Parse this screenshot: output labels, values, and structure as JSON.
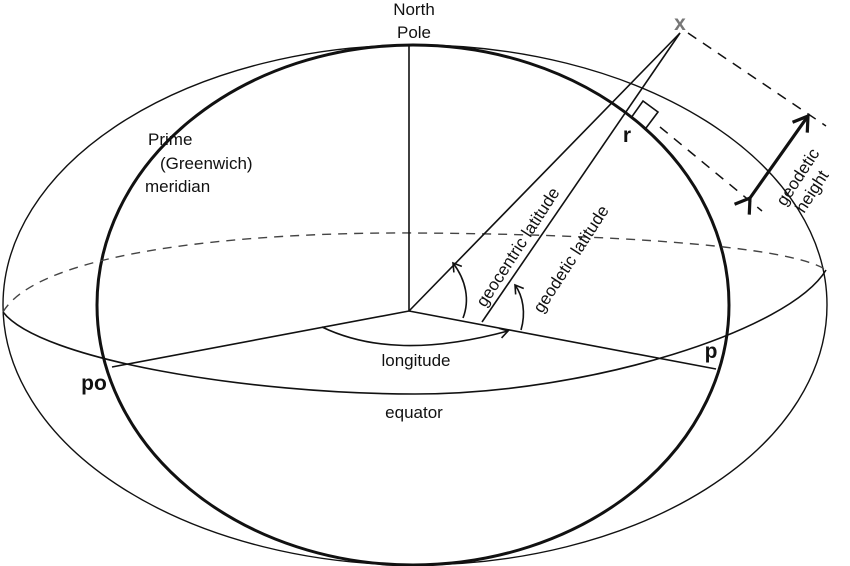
{
  "diagram": {
    "labels": {
      "north_pole_line1": "North",
      "north_pole_line2": "Pole",
      "prime_line1": "Prime",
      "prime_line2": "(Greenwich)",
      "prime_line3": "meridian",
      "geocentric_latitude": "geocentric latitude",
      "geodetic_latitude": "geodetic latitude",
      "geodetic_height_line1": "geodetic",
      "geodetic_height_line2": "height",
      "longitude": "longitude",
      "equator": "equator",
      "point_x": "x",
      "point_r": "r",
      "point_p": "p",
      "point_po": "po"
    },
    "colors": {
      "line": "#111111",
      "point_x": "#777777",
      "dashed": "#444444"
    }
  }
}
